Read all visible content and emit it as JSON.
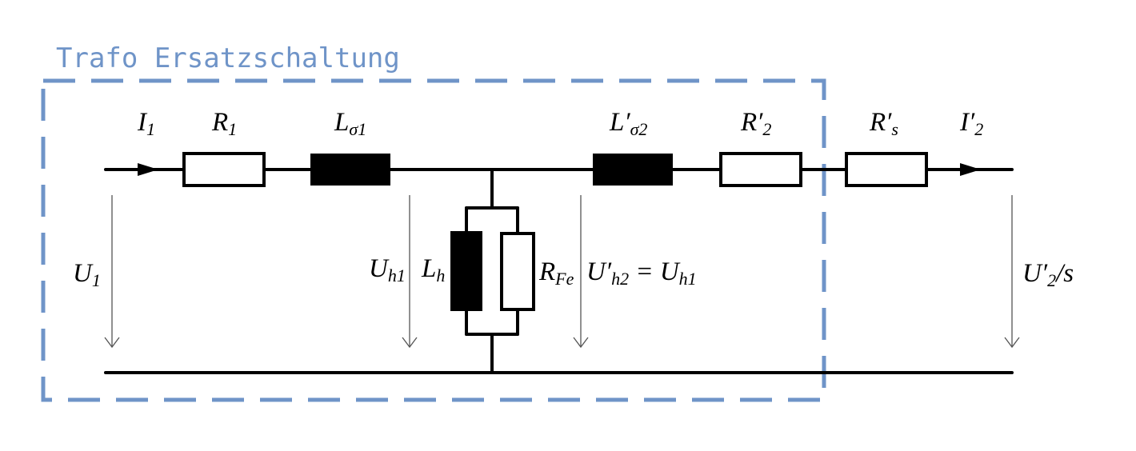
{
  "title": "Trafo Ersatzschaltung",
  "box_color": "#6F94C8",
  "labels": {
    "i1": {
      "base": "I",
      "sub": "1"
    },
    "r1": {
      "base": "R",
      "sub": "1"
    },
    "ls1": {
      "base": "L",
      "sub": "σ1"
    },
    "ls2": {
      "base": "L′",
      "sub": "σ2"
    },
    "r2": {
      "base": "R′",
      "sub": "2"
    },
    "rs": {
      "base": "R′",
      "sub": "s"
    },
    "i2": {
      "base": "I′",
      "sub": "2"
    },
    "u1": {
      "base": "U",
      "sub": "1"
    },
    "uh1": {
      "base": "U",
      "sub": "h1"
    },
    "lh": {
      "base": "L",
      "sub": "h"
    },
    "rfe": {
      "base": "R",
      "sub": "Fe"
    },
    "uh2_base": "U′",
    "uh2_sub": "h2",
    "uh2_eq": " = U",
    "uh2_rsub": "h1",
    "u2_base": "U′",
    "u2_sub": "2",
    "u2_tail": "/s"
  }
}
